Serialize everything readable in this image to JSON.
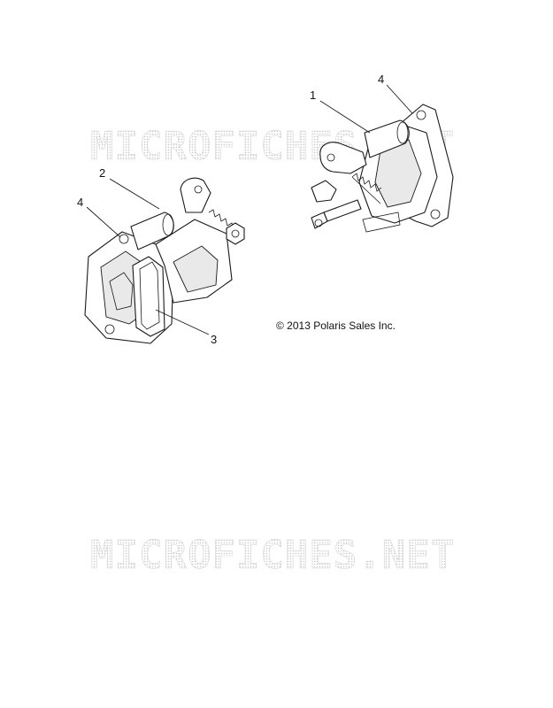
{
  "watermark": {
    "text": "MICROFICHES.NET"
  },
  "callouts": [
    {
      "id": "callout-1",
      "label": "1"
    },
    {
      "id": "callout-4-right",
      "label": "4"
    },
    {
      "id": "callout-2",
      "label": "2"
    },
    {
      "id": "callout-4-left",
      "label": "4"
    },
    {
      "id": "callout-3",
      "label": "3"
    }
  ],
  "copyright": "© 2013 Polaris Sales Inc.",
  "colors": {
    "line": "#1a1a1a",
    "watermark": "#d4d4d4",
    "background": "#ffffff"
  }
}
